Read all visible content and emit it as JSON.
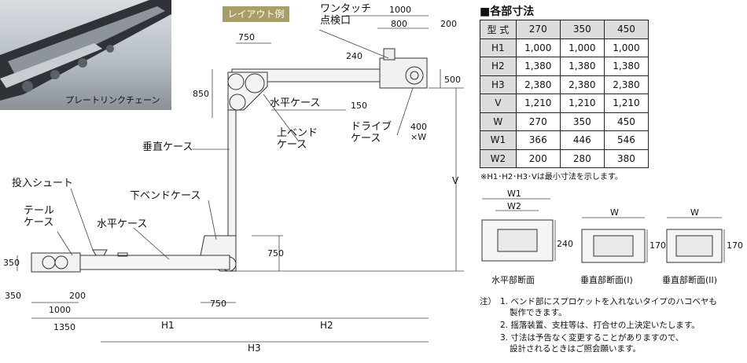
{
  "photo": {
    "caption": "プレートリンクチェーン"
  },
  "layout_badge": "レイアウト例",
  "labels": {
    "one_touch": "ワンタッチ\n点検口",
    "horizontal_case_top": "水平ケース",
    "upper_bend_case": "上ベンド\nケース",
    "drive_case": "ドライブ\nケース",
    "vertical_case": "垂直ケース",
    "input_chute": "投入シュート",
    "tail_case": "テール\nケース",
    "lower_bend_case": "下ベンドケース",
    "horizontal_case_bottom": "水平ケース"
  },
  "dims": {
    "d1000_top": "1000",
    "d800": "800",
    "d200_top": "200",
    "d750_top": "750",
    "d240": "240",
    "d500": "500",
    "d850": "850",
    "d150": "150",
    "d400w": "400\n×W",
    "dV": "V",
    "d750_right": "750",
    "d350_left": "350",
    "d350_bottom": "350",
    "d1000_bottom": "1000",
    "d200_bottom": "200",
    "d750_bottom": "750",
    "d1350": "1350",
    "dH1": "H1",
    "dH2": "H2",
    "dH3": "H3"
  },
  "table": {
    "title": "■各部寸法",
    "header": [
      "型 式",
      "270",
      "350",
      "450"
    ],
    "rows": [
      [
        "H1",
        "1,000",
        "1,000",
        "1,000"
      ],
      [
        "H2",
        "1,380",
        "1,380",
        "1,380"
      ],
      [
        "H3",
        "2,380",
        "2,380",
        "2,380"
      ],
      [
        "V",
        "1,210",
        "1,210",
        "1,210"
      ],
      [
        "W",
        "270",
        "350",
        "450"
      ],
      [
        "W1",
        "366",
        "446",
        "546"
      ],
      [
        "W2",
        "200",
        "280",
        "380"
      ]
    ],
    "note": "※H1･H2･H3･Vは最小寸法を示します。"
  },
  "sections": {
    "w1": "W1",
    "w2": "W2",
    "w_a": "W",
    "w_b": "W",
    "d240": "240",
    "d170_a": "170",
    "d170_b": "170",
    "horizontal": "水平部断面",
    "vertical1": "垂直部断面(I)",
    "vertical2": "垂直部断面(II)"
  },
  "notes": {
    "label": "注）",
    "items": [
      "1. ベンド部にスプロケットを入れないタイプのハコベヤも",
      "製作できます。",
      "2. 揺落装置、支柱等は、打合せの上決定いたします。",
      "3. 寸法は予告なく変更することがありますので、",
      "設計されるときはご照会願います。"
    ]
  }
}
